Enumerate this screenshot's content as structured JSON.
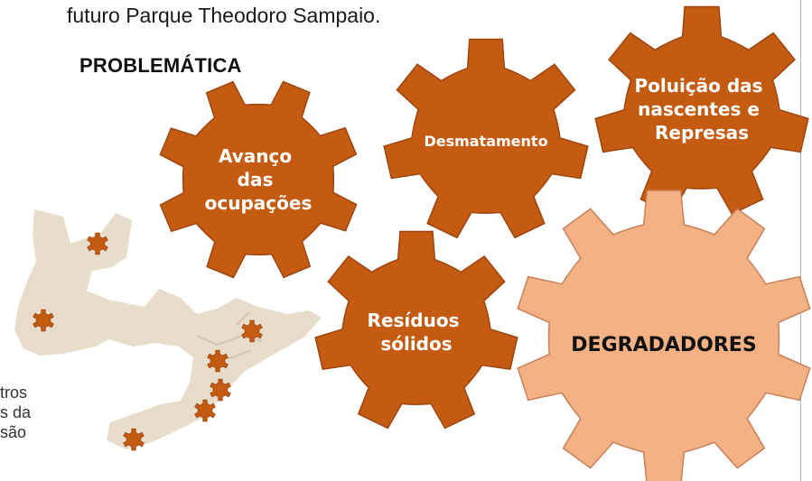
{
  "header": {
    "intro_line": "futuro Parque Theodoro Sampaio."
  },
  "section": {
    "title": "PROBLEMÁTICA"
  },
  "left_caption": [
    "tros",
    "s da",
    "são"
  ],
  "gears": [
    {
      "id": "avanco",
      "lines": [
        "Avanço",
        "das",
        "ocupações"
      ],
      "color": "#c55a11"
    },
    {
      "id": "desmatamento",
      "lines": [
        "Desmatamento"
      ],
      "color": "#c55a11"
    },
    {
      "id": "poluicao",
      "lines": [
        "Poluição das",
        "nascentes e",
        "Represas"
      ],
      "color": "#c55a11"
    },
    {
      "id": "residuos",
      "lines": [
        "Resíduos",
        "sólidos"
      ],
      "color": "#c55a11"
    },
    {
      "id": "degradadores",
      "lines": [
        "DEGRADADORES"
      ],
      "color": "#f4b183"
    }
  ],
  "map": {
    "area_color": "#e8dccb",
    "marker_color": "#c55a11",
    "marker_count": 7
  }
}
